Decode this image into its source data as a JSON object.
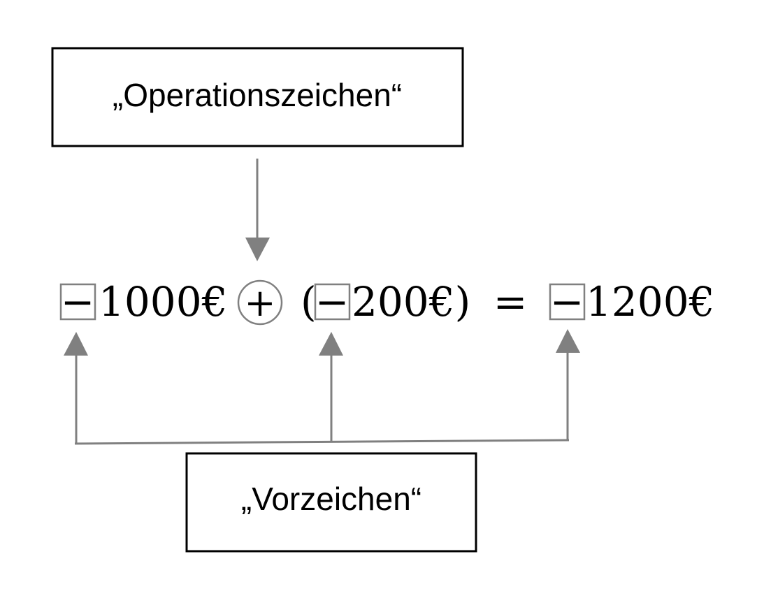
{
  "top_label": {
    "text": "„Operationszeichen“"
  },
  "bottom_label": {
    "text": "„Vorzeichen“"
  },
  "equation": {
    "sign_1": "−",
    "amount_1": "1000€",
    "operator": "+",
    "open_paren": "(",
    "sign_2": "−",
    "amount_2": "200€)",
    "equals": "=",
    "sign_3": "−",
    "amount_3": "1200€"
  },
  "colors": {
    "arrow": "#808080",
    "box_border": "#000000",
    "highlight_border": "#808080",
    "text": "#000000"
  }
}
